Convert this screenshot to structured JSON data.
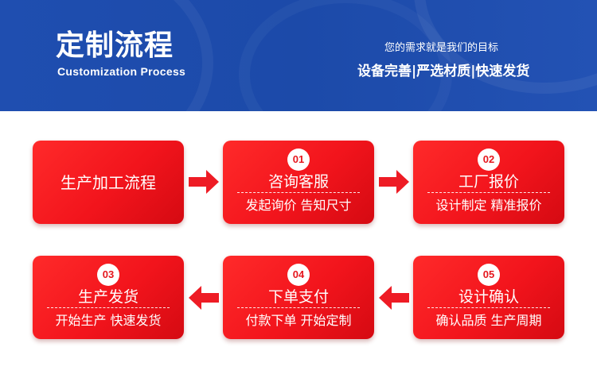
{
  "header": {
    "title_cn": "定制流程",
    "title_en": "Customization Process",
    "slogan_small": "您的需求就是我们的目标",
    "slogan_big": "设备完善|严选材质|快速发货"
  },
  "steps": [
    {
      "title": "生产加工流程"
    },
    {
      "num": "01",
      "title": "咨询客服",
      "sub": "发起询价 告知尺寸"
    },
    {
      "num": "02",
      "title": "工厂报价",
      "sub": "设计制定 精准报价"
    },
    {
      "num": "03",
      "title": "生产发货",
      "sub": "开始生产 快速发货"
    },
    {
      "num": "04",
      "title": "下单支付",
      "sub": "付款下单 开始定制"
    },
    {
      "num": "05",
      "title": "设计确认",
      "sub": "确认品质 生产周期"
    }
  ],
  "colors": {
    "header_blue": "#1f4eb0",
    "card_red": "#f2141c",
    "arrow_red": "#ee1c25"
  }
}
